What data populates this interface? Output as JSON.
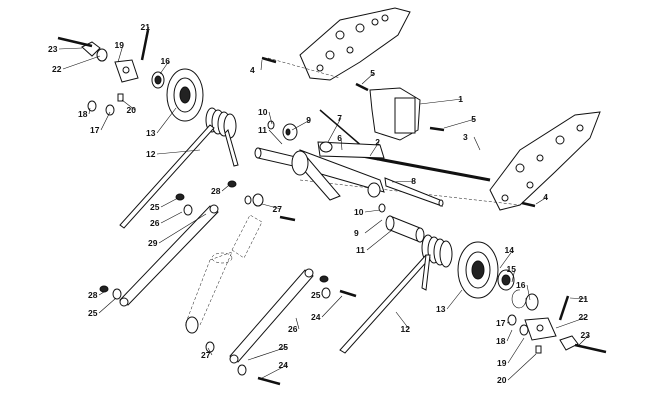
{
  "callouts": [
    "21",
    "23",
    "19",
    "16",
    "22",
    "18",
    "20",
    "17",
    "13",
    "4",
    "5",
    "1",
    "10",
    "9",
    "11",
    "7",
    "6",
    "2",
    "3",
    "12",
    "28",
    "27",
    "25",
    "26",
    "29",
    "8",
    "10",
    "9",
    "11",
    "14",
    "15",
    "16",
    "21",
    "13",
    "12",
    "25",
    "24",
    "27",
    "25",
    "24",
    "26",
    "17",
    "18",
    "22",
    "19",
    "23",
    "20",
    "28",
    "25",
    "4",
    "5"
  ],
  "colors": {
    "ink": "#111111",
    "paper": "#ffffff",
    "shade": "#bbbbbb",
    "dark": "#222222"
  }
}
